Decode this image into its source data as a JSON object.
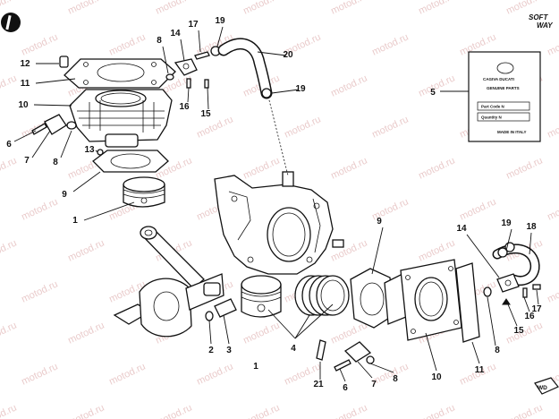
{
  "watermark_text": "motod.ru",
  "brand": {
    "line1": "SOFT",
    "line2": "WAY"
  },
  "card": {
    "title": "CAGIVA DUCATI",
    "subtitle": "GENUINE PARTS",
    "field1": "Part Code N",
    "field2": "Quantity N",
    "footer": "MADE IN ITALY"
  },
  "forward_badge": "WD",
  "callouts": [
    "12",
    "11",
    "10",
    "6",
    "7",
    "8",
    "13",
    "9",
    "1",
    "8",
    "14",
    "17",
    "19",
    "16",
    "15",
    "20",
    "19",
    "5",
    "9",
    "14",
    "19",
    "18",
    "16",
    "15",
    "17",
    "8",
    "11",
    "10",
    "2",
    "3",
    "4",
    "1",
    "21",
    "6",
    "7",
    "8"
  ]
}
